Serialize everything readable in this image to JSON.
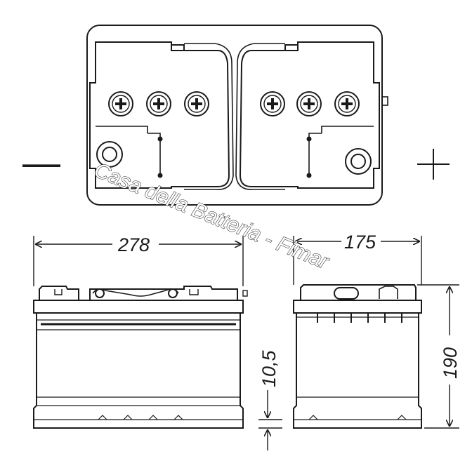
{
  "terminals": {
    "negative": "—",
    "positive": "+"
  },
  "dimensions": {
    "length": "278",
    "width": "175",
    "height": "190",
    "base": "10,5"
  },
  "watermark": "Casa della Batteria - Fimar",
  "colors": {
    "line": "#1a1a1a",
    "background": "#ffffff"
  }
}
